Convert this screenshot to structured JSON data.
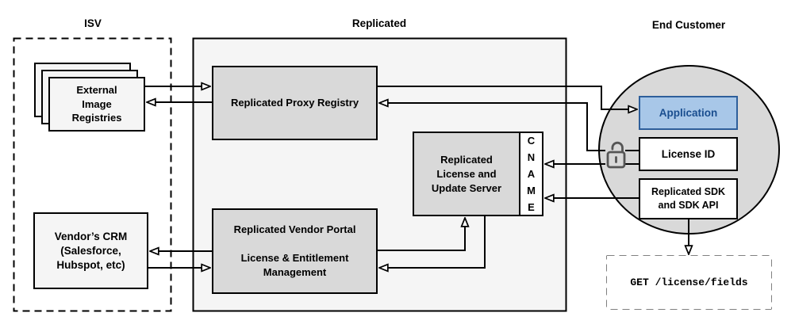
{
  "sections": {
    "isv": "ISV",
    "replicated": "Replicated",
    "end_customer": "End Customer"
  },
  "nodes": {
    "external_image_registries": "External\nImage\nRegistries",
    "replicated_proxy_registry": "Replicated Proxy Registry",
    "replicated_license_update_server": "Replicated\nLicense and\nUpdate Server",
    "cname": "CNAME",
    "replicated_vendor_portal": "Replicated Vendor Portal\n\nLicense & Entitlement\nManagement",
    "vendors_crm": "Vendor’s CRM\n(Salesforce,\nHubspot, etc)",
    "application": "Application",
    "license_id": "License ID",
    "replicated_sdk": "Replicated SDK\nand SDK API",
    "get_license_fields": "GET /license/fields"
  },
  "icons": {
    "padlock": "unlocked-padlock-icon"
  },
  "colors": {
    "node_fill": "#d9d9d9",
    "light_fill": "#f5f5f5",
    "container_fill": "#f5f5f5",
    "circle_fill": "#d9d9d9",
    "app_fill": "#a8c7e8",
    "app_border": "#2e5f9b",
    "app_text": "#1a4e8f",
    "line": "#000000",
    "lock": "#555555"
  }
}
